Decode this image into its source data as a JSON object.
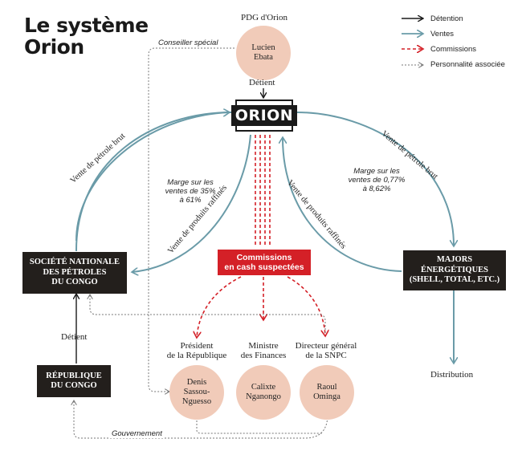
{
  "title": {
    "line1": "Le système",
    "line2": "Orion"
  },
  "legend": {
    "detention": "Détention",
    "ventes": "Ventes",
    "commissions": "Commissions",
    "personnalite": "Personnalité associée"
  },
  "colors": {
    "ventes": "#6a9ba8",
    "commissions": "#d42027",
    "circle": "#f1cbb9",
    "dark": "#231f1c"
  },
  "ceo": {
    "caption": "PDG d'Orion",
    "name_line1": "Lucien",
    "name_line2": "Ebata"
  },
  "conseiller": "Conseiller spécial",
  "detient_top": "Détient",
  "orion": "ORION",
  "snpc": {
    "line1": "SOCIÉTÉ NATIONALE",
    "line2": "DES PÉTROLES",
    "line3": "DU CONGO"
  },
  "majors": {
    "line1": "MAJORS",
    "line2": "ÉNERGÉTIQUES",
    "line3": "(SHELL, TOTAL, ETC.)"
  },
  "republique": {
    "line1": "RÉPUBLIQUE",
    "line2": "DU CONGO"
  },
  "detient_left": "Détient",
  "commissions_box": {
    "line1": "Commissions",
    "line2": "en cash suspectées"
  },
  "arcs": {
    "left_brut": "Vente de pétrole brut",
    "left_raffines": "Vente de produits raffinés",
    "right_brut": "Vente de pétrole brut",
    "right_raffines": "Vente de produits raffinés"
  },
  "marge_left": {
    "line1": "Marge sur les",
    "line2": "ventes de 35%",
    "line3": "à 61%"
  },
  "marge_right": {
    "line1": "Marge sur les",
    "line2": "ventes de 0,77%",
    "line3": "à 8,62%"
  },
  "distribution": "Distribution",
  "gouvernement": "Gouvernement",
  "officials": [
    {
      "title1": "Président",
      "title2": "de la République",
      "name1": "Denis",
      "name2": "Sassou-",
      "name3": "Nguesso"
    },
    {
      "title1": "Ministre",
      "title2": "des Finances",
      "name1": "Calixte",
      "name2": "Nganongo",
      "name3": ""
    },
    {
      "title1": "Directeur général",
      "title2": "de la SNPC",
      "name1": "Raoul",
      "name2": "Ominga",
      "name3": ""
    }
  ]
}
